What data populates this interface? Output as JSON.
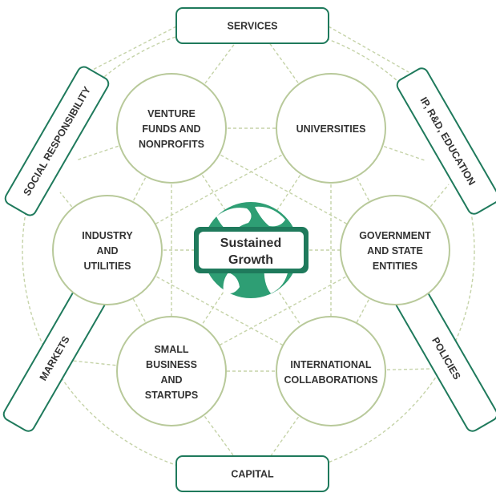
{
  "center": {
    "line1": "Sustained",
    "line2": "Growth",
    "accent": "#1f7a5c",
    "globe_water": "#2e9e74",
    "globe_land": "#ffffff"
  },
  "nodes": [
    {
      "id": "venture",
      "lines": [
        "VENTURE",
        "FUNDS AND",
        "NONPROFITS"
      ]
    },
    {
      "id": "universities",
      "lines": [
        "UNIVERSITIES"
      ]
    },
    {
      "id": "industry",
      "lines": [
        "INDUSTRY",
        "AND",
        "UTILITIES"
      ]
    },
    {
      "id": "government",
      "lines": [
        "GOVERNMENT",
        "AND STATE",
        "ENTITIES"
      ]
    },
    {
      "id": "small-business",
      "lines": [
        "SMALL",
        "BUSINESS",
        "AND",
        "STARTUPS"
      ]
    },
    {
      "id": "international",
      "lines": [
        "INTERNATIONAL",
        "COLLABORATIONS"
      ]
    }
  ],
  "tags": {
    "services": "SERVICES",
    "social": "SOCIAL RESPONSIBILITY",
    "ip": "IP, R&D, EDUCATION",
    "markets": "MARKETS",
    "policies": "POLICIES",
    "capital": "CAPITAL"
  },
  "colors": {
    "tag_border": "#1f7a5c",
    "circle_border": "#b8c99a",
    "dashed_line": "#c5d3a8"
  }
}
